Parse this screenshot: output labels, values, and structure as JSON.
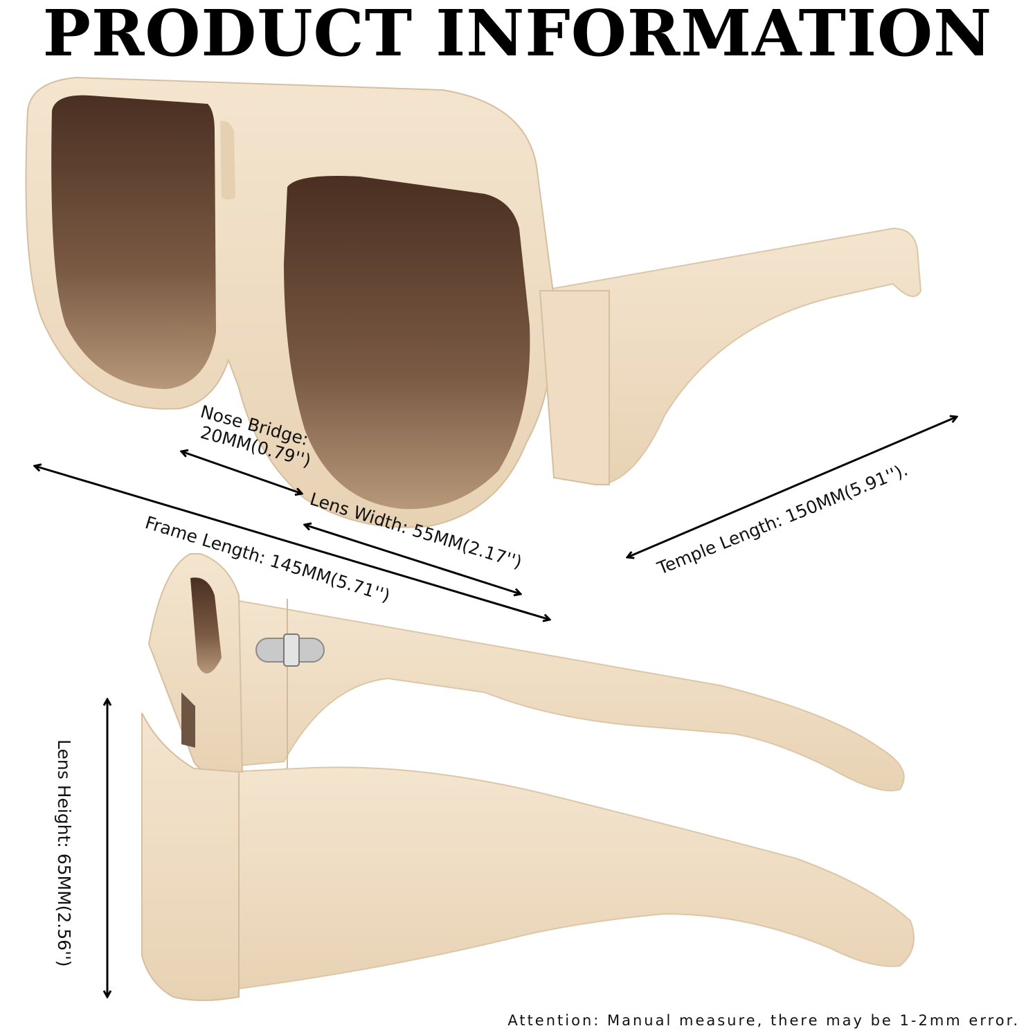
{
  "title": "PRODUCT INFORMATION",
  "colors": {
    "frame": "#efdcc3",
    "frame_shadow": "#d9c3a6",
    "lens_top": "#4a2f22",
    "lens_bottom": "#a68461",
    "hinge": "#b8b8b8",
    "arrow": "#000000",
    "background": "#ffffff"
  },
  "measurements": {
    "nose_bridge_line1": "Nose Bridge:",
    "nose_bridge_line2": "20MM(0.79'')",
    "lens_width": "Lens Width: 55MM(2.17'')",
    "frame_length": "Frame Length: 145MM(5.71'')",
    "temple_length": "Temple Length: 150MM(5.91'').",
    "lens_height": "Lens Height: 65MM(2.56'')"
  },
  "note": "Attention: Manual measure, there may be 1-2mm error."
}
